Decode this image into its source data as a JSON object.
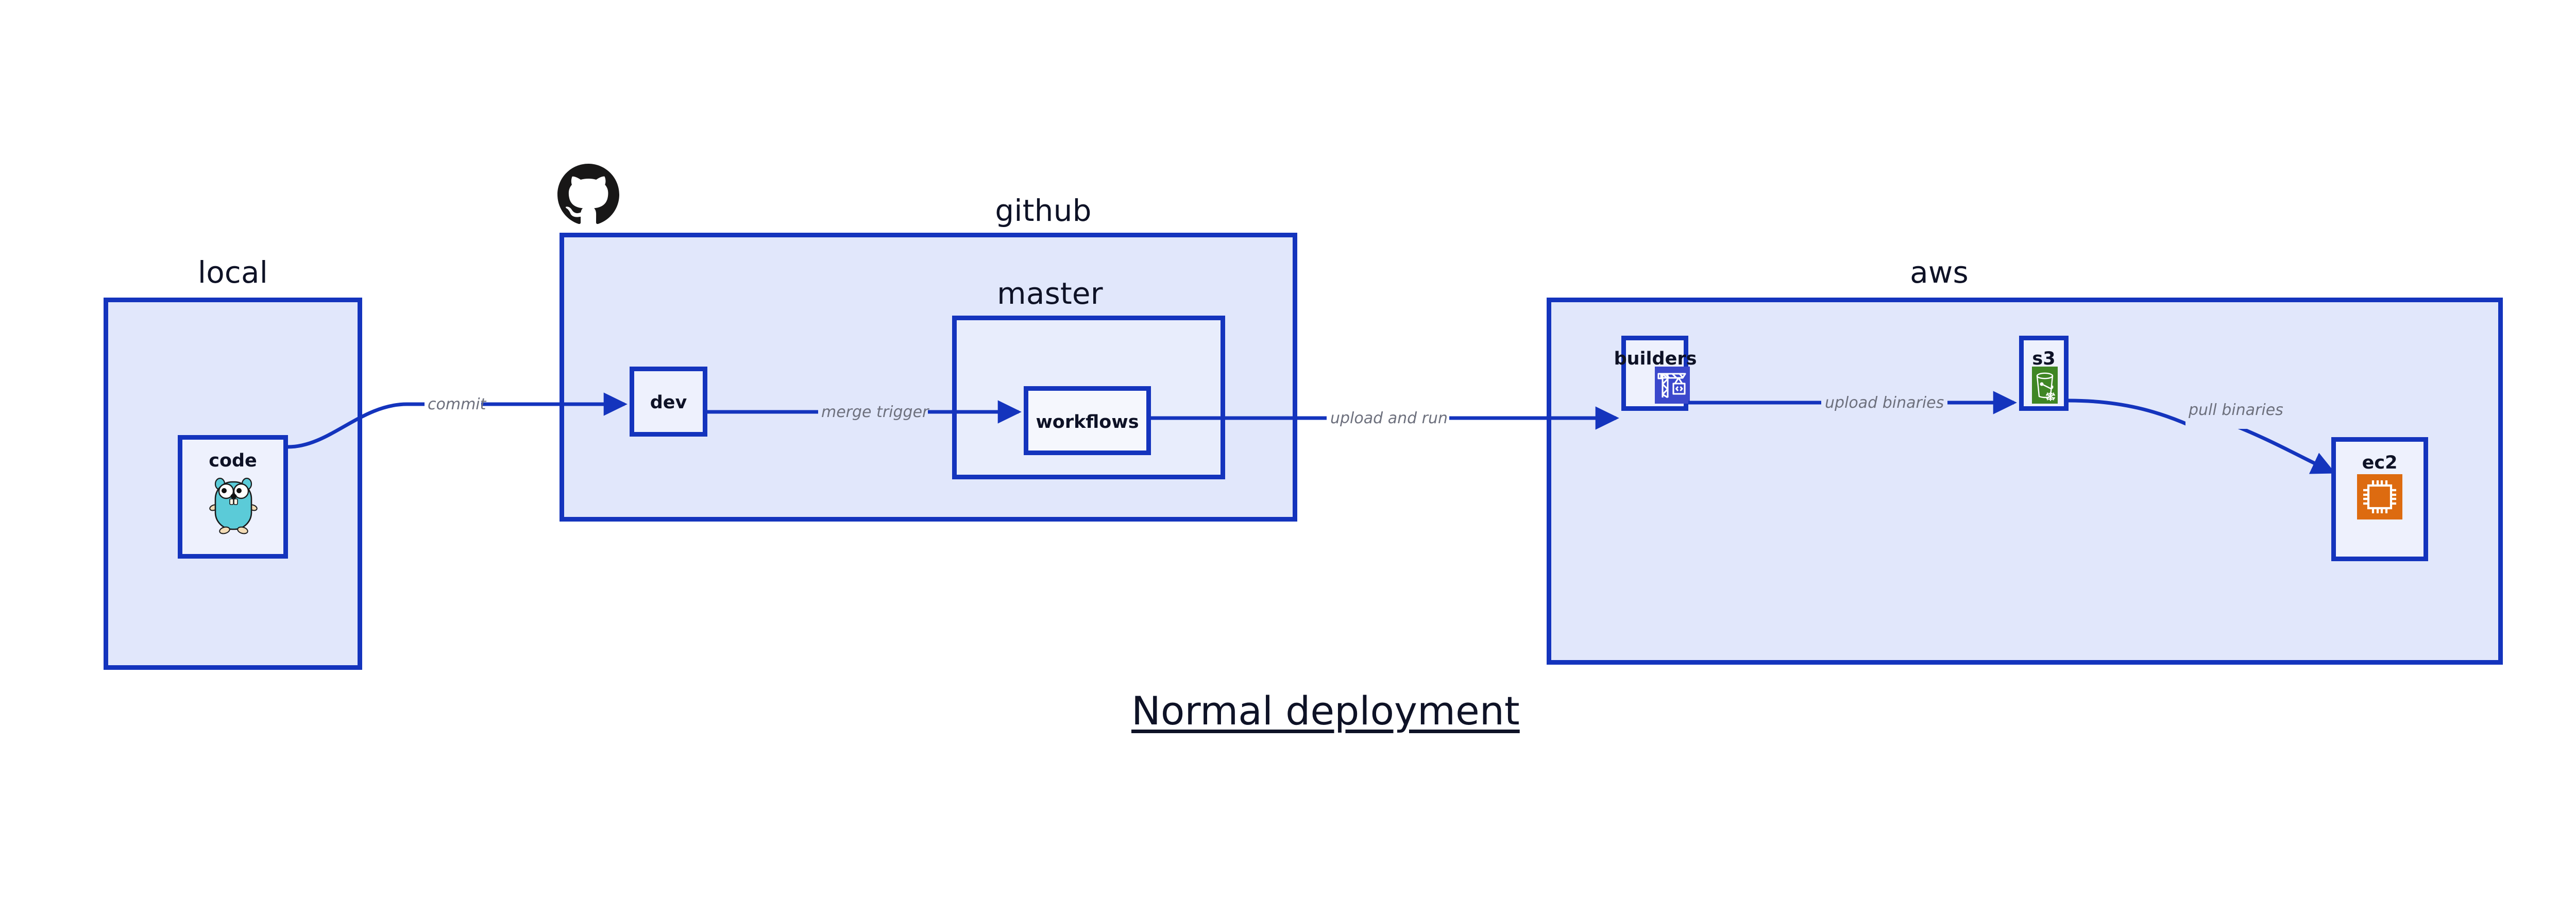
{
  "diagram": {
    "title": "Normal deployment",
    "background_color": "#ffffff",
    "accent_color": "#1434bd",
    "container_fill": "#e1e7fb",
    "subcontainer_fill": "#e8edfc",
    "node_fill": "#eef1fd",
    "label_color": "#0e1226",
    "edge_label_color": "#6d707d"
  },
  "groups": {
    "local": {
      "label": "local"
    },
    "github": {
      "label": "github"
    },
    "master": {
      "label": "master"
    },
    "aws": {
      "label": "aws"
    }
  },
  "nodes": {
    "code": {
      "label": "code",
      "icon": "go-gopher-icon"
    },
    "dev": {
      "label": "dev",
      "icon": null
    },
    "workflows": {
      "label": "workflows",
      "icon": null
    },
    "builders": {
      "label": "builders",
      "icon": "aws-codebuild-icon",
      "icon_color": "#3b48cc"
    },
    "s3": {
      "label": "s3",
      "icon": "aws-s3-glacier-icon",
      "icon_color": "#3f8624"
    },
    "ec2": {
      "label": "ec2",
      "icon": "aws-ec2-icon",
      "icon_color": "#dd6b10"
    }
  },
  "edges": [
    {
      "id": "commit",
      "label": "commit",
      "from": "code",
      "to": "dev"
    },
    {
      "id": "merge-trigger",
      "label": "merge trigger",
      "from": "dev",
      "to": "workflows"
    },
    {
      "id": "upload-and-run",
      "label": "upload and run",
      "from": "workflows",
      "to": "builders"
    },
    {
      "id": "upload-binaries",
      "label": "upload binaries",
      "from": "builders",
      "to": "s3"
    },
    {
      "id": "pull-binaries",
      "label": "pull binaries",
      "from": "s3",
      "to": "ec2"
    }
  ],
  "logos": {
    "github": {
      "name": "github-octocat-logo",
      "color": "#181717"
    }
  }
}
